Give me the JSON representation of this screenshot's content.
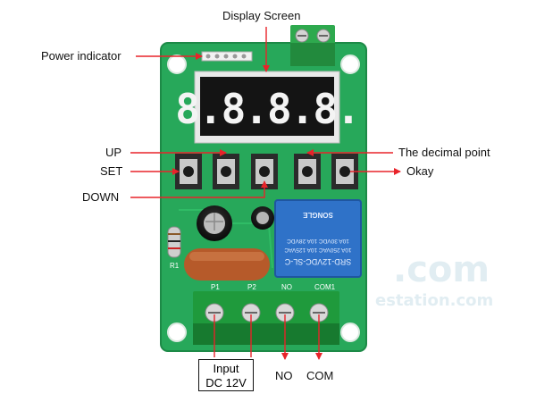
{
  "diagram": {
    "callouts": {
      "display_screen": "Display Screen",
      "power_indicator": "Power indicator",
      "up": "UP",
      "set": "SET",
      "down": "DOWN",
      "decimal_point": "The decimal point",
      "okay": "Okay",
      "no": "NO",
      "com": "COM",
      "input_line1": "Input",
      "input_line2": "DC 12V"
    },
    "display_digits": "8.8.8.8.",
    "silkscreen": {
      "terminal_p1": "P1",
      "terminal_p2": "P2",
      "terminal_no": "NO",
      "terminal_com": "COM1",
      "resistor": "R1",
      "relay_line1": "SRD-12VDC-SL-C",
      "relay_line2": "10A 250VAC  10A 125VAC",
      "relay_line3": "10A 30VDC  10A 28VDC",
      "relay_brand": "SONGLE"
    },
    "watermark": {
      "main": ".com",
      "sub": "estation.com"
    },
    "colors": {
      "pcb_green": "#27a85a",
      "arrow_red": "#e8232a",
      "relay_blue": "#2f72c8",
      "terminal_green": "#1f9a3c"
    }
  }
}
